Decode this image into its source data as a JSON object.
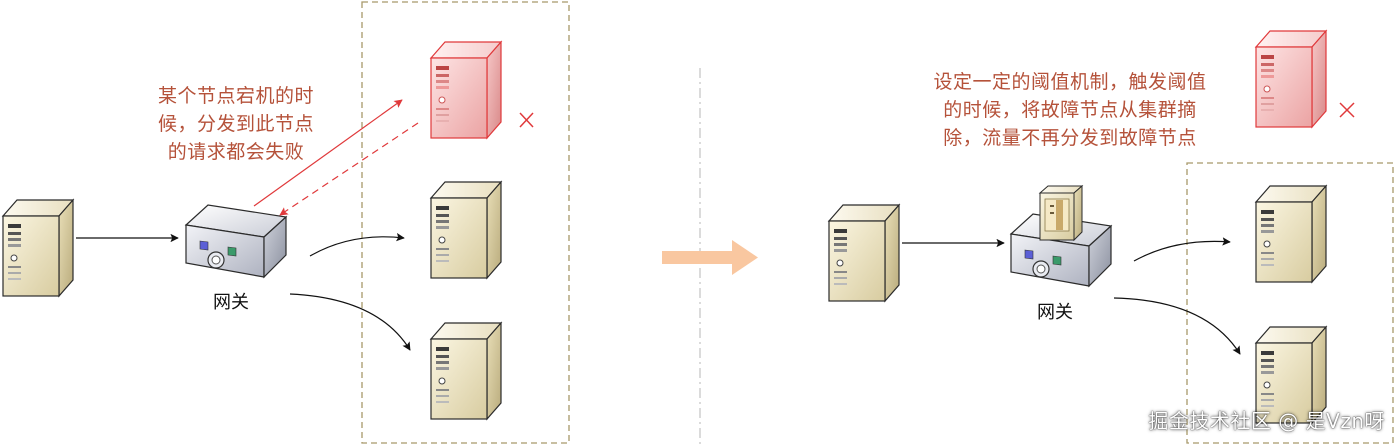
{
  "left_scenario": {
    "note_lines": [
      "某个节点宕机的时",
      "候，分发到此节点",
      "的请求都会失败"
    ],
    "gateway_label": "网关",
    "failure_mark": "×"
  },
  "right_scenario": {
    "note_lines": [
      "设定一定的阈值机制，触发阈值",
      "的时候，将故障节点从集群摘",
      "除，流量不再分发到故障节点"
    ],
    "gateway_label": "网关",
    "failure_mark": "×"
  },
  "watermark": "掘金技术社区 @ 是Vzn呀",
  "colors": {
    "note_text": "#b5523a",
    "failure_red": "#e0393b",
    "cluster_border": "#a8996a",
    "transition_arrow": "#f9c7a0",
    "server_beige": "#efe6c8",
    "failed_server": "#f5c0c0"
  },
  "icons": [
    "server-icon",
    "gateway-icon",
    "failed-server-icon",
    "cross-icon"
  ]
}
